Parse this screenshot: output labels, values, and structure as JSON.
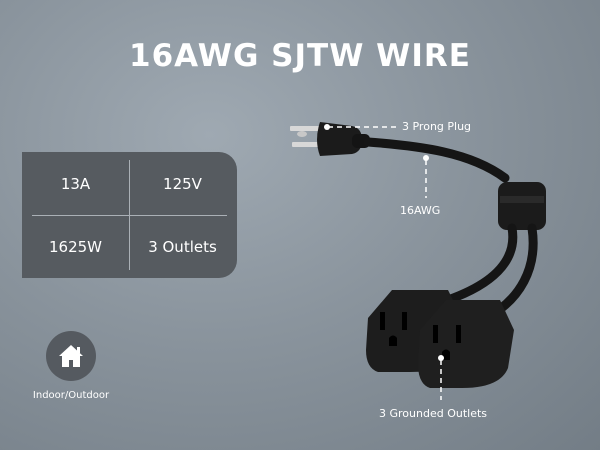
{
  "title": "16AWG SJTW WIRE",
  "specs": {
    "current": "13A",
    "voltage": "125V",
    "power": "1625W",
    "outlets": "3 Outlets"
  },
  "badge": {
    "icon": "house-icon",
    "label": "Indoor/Outdoor"
  },
  "callouts": {
    "plug": "3 Prong Plug",
    "gauge": "16AWG",
    "outlets": "3 Grounded Outlets"
  },
  "colors": {
    "background": "#8a949d",
    "panel": "#565b60",
    "text": "#ffffff",
    "cable": "#1a1a1a"
  }
}
